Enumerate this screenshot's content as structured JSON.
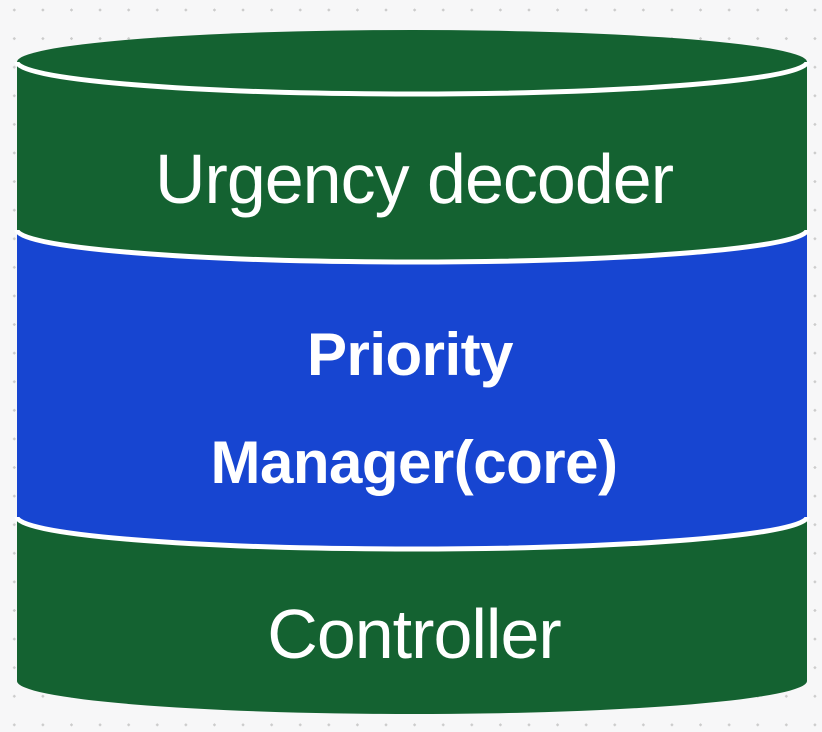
{
  "background": {
    "color": "#f7f7f8",
    "dot_color": "#cccccc"
  },
  "cylinder": {
    "divider_color": "#ffffff",
    "text_color": "#ffffff",
    "sections": [
      {
        "name": "urgency-decoder",
        "fill": "#146231",
        "lines": [
          "Urgency decoder"
        ]
      },
      {
        "name": "priority-manager-core",
        "fill": "#1745d1",
        "lines": [
          "Priority",
          "Manager(core)"
        ]
      },
      {
        "name": "controller",
        "fill": "#146231",
        "lines": [
          "Controller"
        ]
      }
    ]
  }
}
